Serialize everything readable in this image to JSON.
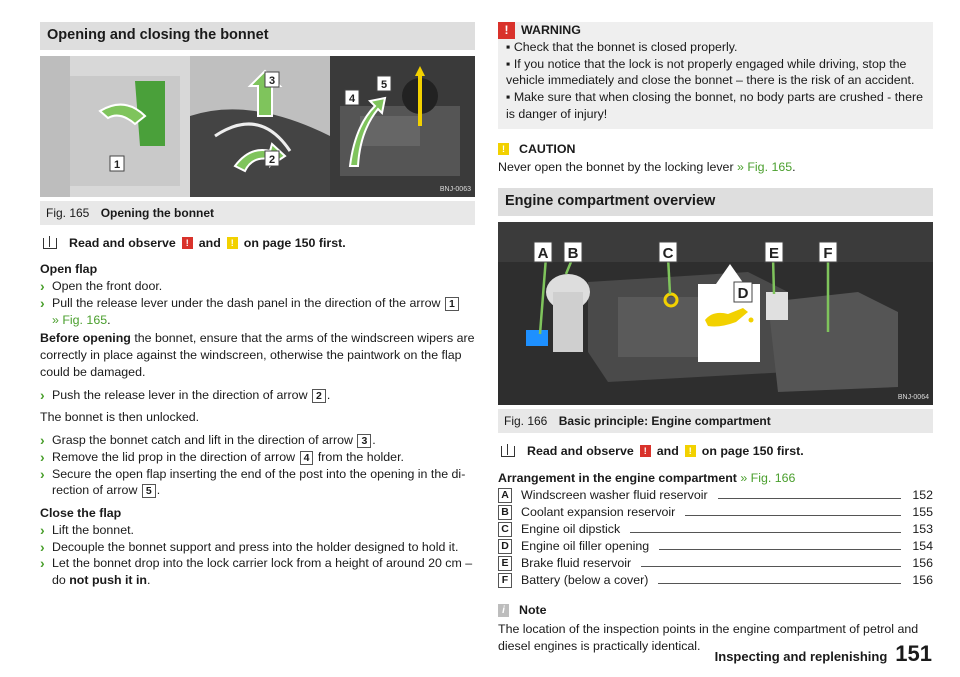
{
  "left": {
    "section_title": "Opening and closing the bonnet",
    "figure": {
      "code": "BNJ-0063",
      "labels": [
        "1",
        "2",
        "3",
        "4",
        "5"
      ],
      "fig_no": "Fig. 165",
      "fig_title": "Opening the bonnet"
    },
    "read_line": {
      "pre": "Read and observe",
      "and": "and",
      "post": "on page 150 first."
    },
    "open_flap_head": "Open flap",
    "steps_open": [
      "Open the front door."
    ],
    "step_release": {
      "text": "Pull the release lever under the dash panel in the direction of the arrow",
      "num": "1",
      "ref": "» Fig. 165",
      "end": "."
    },
    "before_opening": {
      "bold": "Before opening",
      "text": " the bonnet, ensure that the arms of the windscreen wipers are correctly in place against the windscreen, otherwise the paintwork on the flap could be damaged."
    },
    "step_push": {
      "text": "Push the release lever in the direction of arrow",
      "num": "2",
      "end": "."
    },
    "unlocked": "The bonnet is then unlocked.",
    "step_grasp": {
      "text": "Grasp the bonnet catch and lift in the direction of arrow",
      "num": "3",
      "end": "."
    },
    "step_remove": {
      "text": "Remove the lid prop in the direction of arrow",
      "num": "4",
      "end": " from the holder."
    },
    "step_secure": {
      "text": "Secure the open flap inserting the end of the post into the opening in the di­rection of arrow",
      "num": "5",
      "end": "."
    },
    "close_flap_head": "Close the flap",
    "step_lift": "Lift the bonnet.",
    "step_decouple": "Decouple the bonnet support and press into the holder designed to hold it.",
    "step_drop": {
      "text": "Let the bonnet drop into the lock carrier lock from a height of around 20 cm – do ",
      "bold": "not push it in",
      "end": "."
    }
  },
  "right": {
    "warning": {
      "title": "WARNING",
      "bullets": [
        "Check that the bonnet is closed properly.",
        "If you notice that the lock is not properly engaged while driving, stop the vehicle immediately and close the bonnet – there is the risk of an accident.",
        "Make sure that when closing the bonnet, no body parts are crushed - there is danger of injury!"
      ]
    },
    "caution": {
      "title": "CAUTION",
      "text": "Never open the bonnet by the locking lever ",
      "ref": "» Fig. 165",
      "end": "."
    },
    "section_title": "Engine compartment overview",
    "figure": {
      "code": "BNJ-0064",
      "labels": [
        "A",
        "B",
        "C",
        "D",
        "E",
        "F"
      ],
      "fig_no": "Fig. 166",
      "fig_title": "Basic principle: Engine compartment"
    },
    "read_line": {
      "pre": "Read and observe",
      "and": "and",
      "post": "on page 150 first."
    },
    "arrangement": {
      "bold": "Arrangement in the engine compartment",
      "ref": " » Fig. 166"
    },
    "items": [
      {
        "key": "A",
        "label": "Windscreen washer fluid reservoir",
        "page": "152"
      },
      {
        "key": "B",
        "label": "Coolant expansion reservoir",
        "page": "155"
      },
      {
        "key": "C",
        "label": "Engine oil dipstick",
        "page": "153"
      },
      {
        "key": "D",
        "label": "Engine oil filler opening",
        "page": "154"
      },
      {
        "key": "E",
        "label": "Brake fluid reservoir",
        "page": "156"
      },
      {
        "key": "F",
        "label": "Battery (below a cover)",
        "page": "156"
      }
    ],
    "note": {
      "title": "Note",
      "text": "The location of the inspection points in the engine compartment of petrol and diesel engines is practically identical."
    }
  },
  "footer": {
    "title": "Inspecting and replenishing",
    "page": "151"
  },
  "colors": {
    "accent_green": "#4a9f2d",
    "warning_red": "#d9322b",
    "caution_yellow": "#f2d100"
  }
}
